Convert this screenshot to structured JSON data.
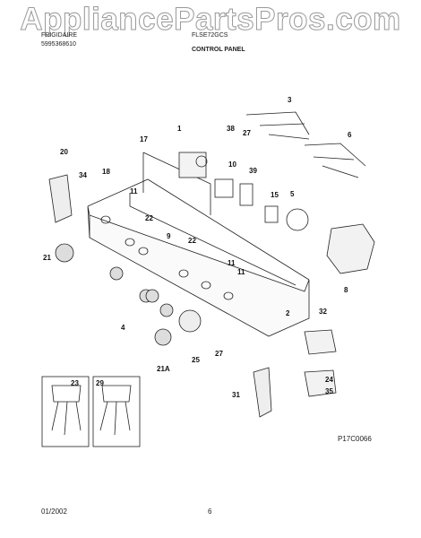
{
  "watermark": "AppliancePartsPros.com",
  "header": {
    "brand": "FRIGIDAIRE",
    "publication_no": "5995368610",
    "model": "FLSE72GCS",
    "section_title": "CONTROL PANEL"
  },
  "callouts": [
    "1",
    "2",
    "3",
    "4",
    "5",
    "6",
    "8",
    "9",
    "10",
    "11",
    "11",
    "11",
    "15",
    "17",
    "18",
    "20",
    "21",
    "21A",
    "22",
    "22",
    "23",
    "24",
    "25",
    "27",
    "27",
    "29",
    "31",
    "32",
    "34",
    "35",
    "38",
    "39"
  ],
  "figure_code": "P17C0066",
  "footer": {
    "date": "01/2002",
    "page": "6"
  }
}
